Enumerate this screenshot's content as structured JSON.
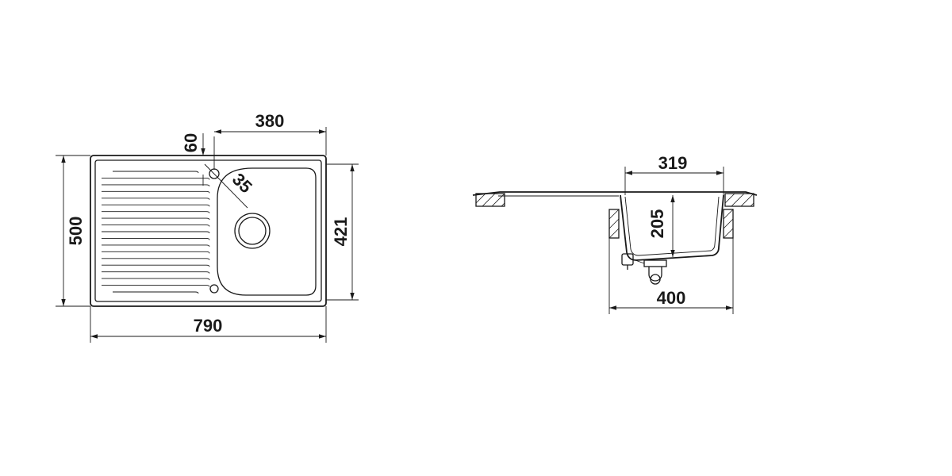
{
  "plan_view": {
    "dimensions": {
      "overall_width": "790",
      "overall_depth": "500",
      "bowl_width": "380",
      "bowl_depth": "421",
      "tap_hole_offset": "60",
      "corner_radius": "35"
    }
  },
  "section_view": {
    "dimensions": {
      "bowl_inner_width": "319",
      "bowl_depth": "205",
      "cabinet_width": "400"
    }
  }
}
